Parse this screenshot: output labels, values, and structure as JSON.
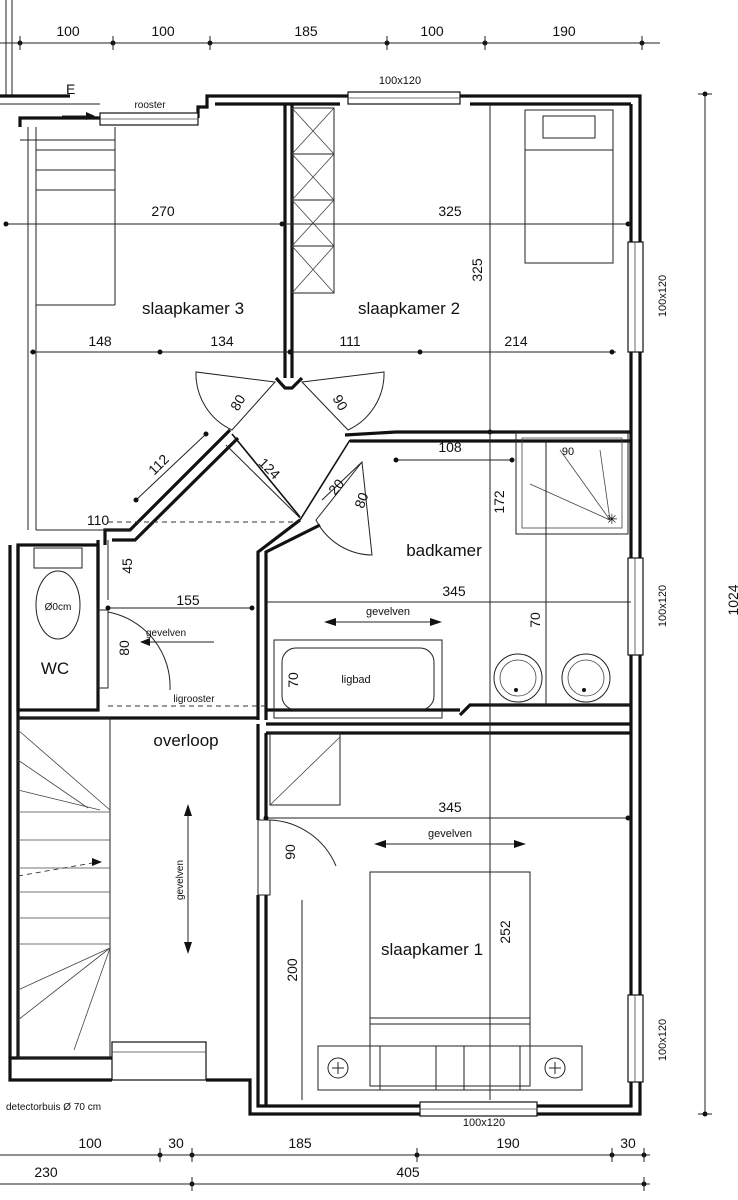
{
  "top_dimensions": [
    "100",
    "100",
    "185",
    "100",
    "190"
  ],
  "bottom_dimensions_row1": [
    "100",
    "30",
    "185",
    "190",
    "30"
  ],
  "bottom_dimensions_row2": [
    "230",
    "405"
  ],
  "overall_height": "1024",
  "marker_e": "E",
  "rooms": {
    "slaapkamer3": "slaapkamer 3",
    "slaapkamer2": "slaapkamer 2",
    "slaapkamer1": "slaapkamer 1",
    "badkamer": "badkamer",
    "wc": "WC",
    "overloop": "overloop",
    "ligbad": "ligbad"
  },
  "labels": {
    "rooster": "rooster",
    "ligrooster": "ligrooster",
    "gevelven": "gevelven",
    "detectorbuis": "detectorbuis Ø 70 cm",
    "wc_diameter": "Ø0cm"
  },
  "windows": {
    "top": "100x120",
    "right1": "100x120",
    "right2": "100x120",
    "right3": "100x120",
    "bottom": "100x120"
  },
  "inner_dimensions": {
    "sk3_width": "270",
    "sk2_width": "325",
    "sk2_height": "325",
    "d148": "148",
    "d134": "134",
    "d111": "111",
    "d214": "214",
    "door80a": "80",
    "door90a": "90",
    "d112": "112",
    "d124": "124",
    "d20": "20",
    "door80b": "80",
    "d110": "110",
    "d108": "108",
    "shower90": "90",
    "d172": "172",
    "d45": "45",
    "d155": "155",
    "bath345": "345",
    "wc80": "80",
    "d70": "70",
    "bath70": "70",
    "sk1_345": "345",
    "door90b": "90",
    "d252": "252",
    "d200": "200"
  }
}
